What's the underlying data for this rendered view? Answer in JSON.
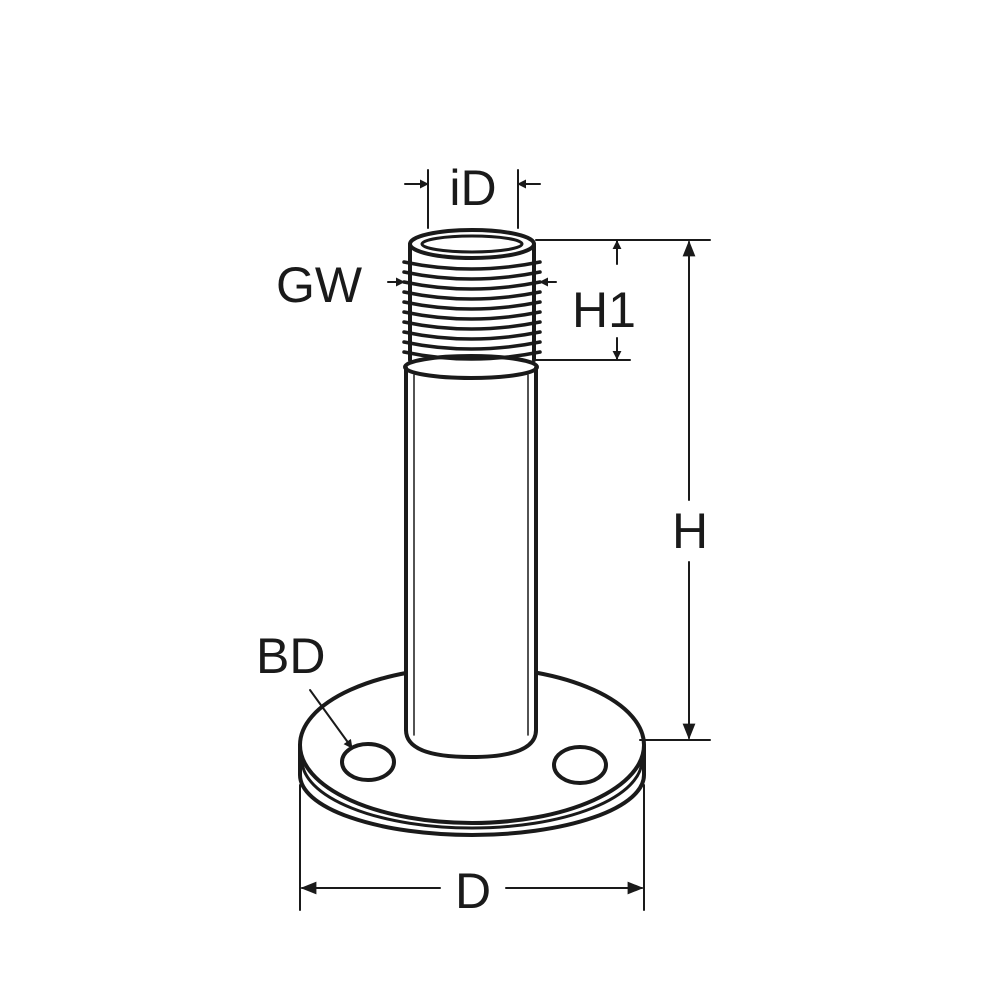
{
  "labels": {
    "id": "iD",
    "gw": "GW",
    "h1": "H1",
    "h": "H",
    "bd": "BD",
    "d": "D"
  },
  "colors": {
    "stroke": "#1a1a1a",
    "background": "#ffffff"
  }
}
